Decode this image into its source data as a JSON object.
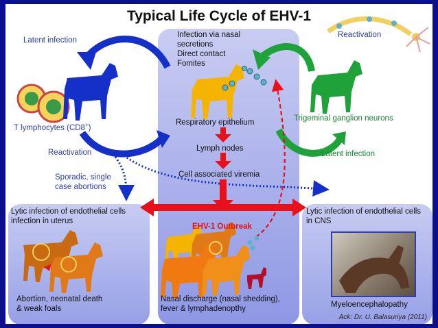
{
  "title": "Typical Life Cycle of EHV-1",
  "labels": {
    "latent_infection_top": "Latent infection",
    "reactivation_top": "Reactivation",
    "t_lymphocytes": "T lymphocytes (CD8",
    "t_lymphocytes_sup": "+",
    "t_lymphocytes_end": ")",
    "reactivation_left": "Reactivation",
    "sporadic_1": "Sporadic, single",
    "sporadic_2": "case abortions",
    "infection_1": "Infection via nasal",
    "infection_2": "secretions",
    "infection_3": "Direct contact",
    "infection_4": "Fomites",
    "respiratory": "Respiratory epithelium",
    "lymph": "Lymph nodes",
    "viremia": "Cell associated viremia",
    "trigeminal": "Trigeminal ganglion neurons",
    "latent_infection_right": "Latent infection",
    "lytic_uterus_1": "Lytic infection of endothelial cells",
    "lytic_uterus_2": "infection in uterus",
    "lytic_cns_1": "Lytic infection of endothelial cells",
    "lytic_cns_2": "in CNS",
    "outbreak": "EHV-1 Outbreak",
    "abortion_1": "Abortion, neonatal death",
    "abortion_2": "& weak foals",
    "nasal_1": "Nasal discharge (nasal shedding),",
    "nasal_2": "fever & lymphadenopthy",
    "myelo": "Myeloencephalopathy",
    "ack": "Ack: Dr. U. Balasuriya (2011)"
  },
  "colors": {
    "frame": "#0b0f8c",
    "blue": "#1530c8",
    "green": "#1fa23a",
    "red": "#e8101a",
    "gold": "#f5b400",
    "orange": "#f07a10"
  },
  "icons": [
    "horse-blue-icon",
    "horse-gold-icon",
    "horse-green-icon",
    "t-lymphocyte-icon",
    "virus-particle-icon",
    "neuron-icon",
    "horse-photo"
  ]
}
